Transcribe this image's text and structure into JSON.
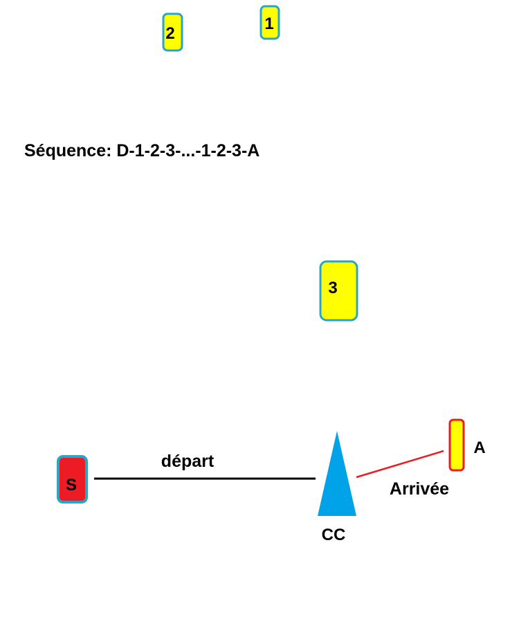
{
  "sequence_text": "Séquence: D-1-2-3-...-1-2-3-A",
  "markers": {
    "m1": {
      "label": "1",
      "fill": "#ffff00",
      "border": "#2aa5c8"
    },
    "m2": {
      "label": "2",
      "fill": "#ffff00",
      "border": "#2aa5c8"
    },
    "m3": {
      "label": "3",
      "fill": "#ffff00",
      "border": "#2aa5c8"
    },
    "start": {
      "label": "S",
      "fill": "#ed1c24",
      "border": "#2aa5c8"
    },
    "arrival": {
      "label": "A",
      "fill": "#ffff00",
      "border": "#ed1c24"
    }
  },
  "cone": {
    "label": "CC",
    "fill": "#00a2e8"
  },
  "lines": {
    "depart": {
      "label": "départ",
      "color": "#000000"
    },
    "arrivee": {
      "label": "Arrivée",
      "color": "#ed1c24"
    }
  }
}
